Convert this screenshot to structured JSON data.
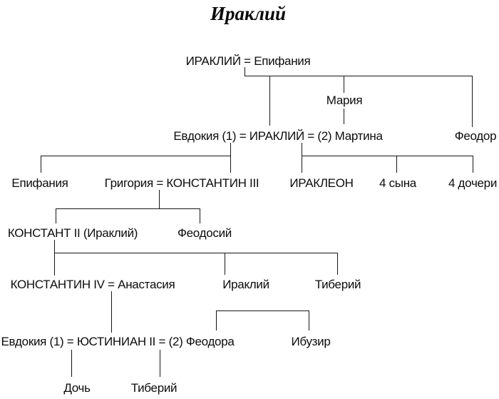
{
  "title": "Ираклий",
  "nodes": {
    "heraclius_elder_couple": "ИРАКЛИЙ = Епифания",
    "maria": "Мария",
    "heraclius_couple": "Евдокия (1) = ИРАКЛИЙ = (2) Мартина",
    "theodore": "Феодор",
    "epiphania": "Епифания",
    "constantine3_couple": "Григория = КОНСТАНТИН III",
    "heracleonas": "ИРАКЛЕОН",
    "four_sons": "4 сына",
    "four_daughters": "4 дочери",
    "constans2": "КОНСТАНТ II (Ираклий)",
    "theodosius": "Феодосий",
    "constantine4_couple": "КОНСТАНТИН IV = Анастасия",
    "heraclius_son": "Ираклий",
    "tiberius": "Тиберий",
    "justinian2_couple": "Евдокия (1) = ЮСТИНИАН II = (2) Феодора",
    "ibuzir": "Ибузир",
    "daughter": "Дочь",
    "tiberius_son": "Тиберий"
  }
}
